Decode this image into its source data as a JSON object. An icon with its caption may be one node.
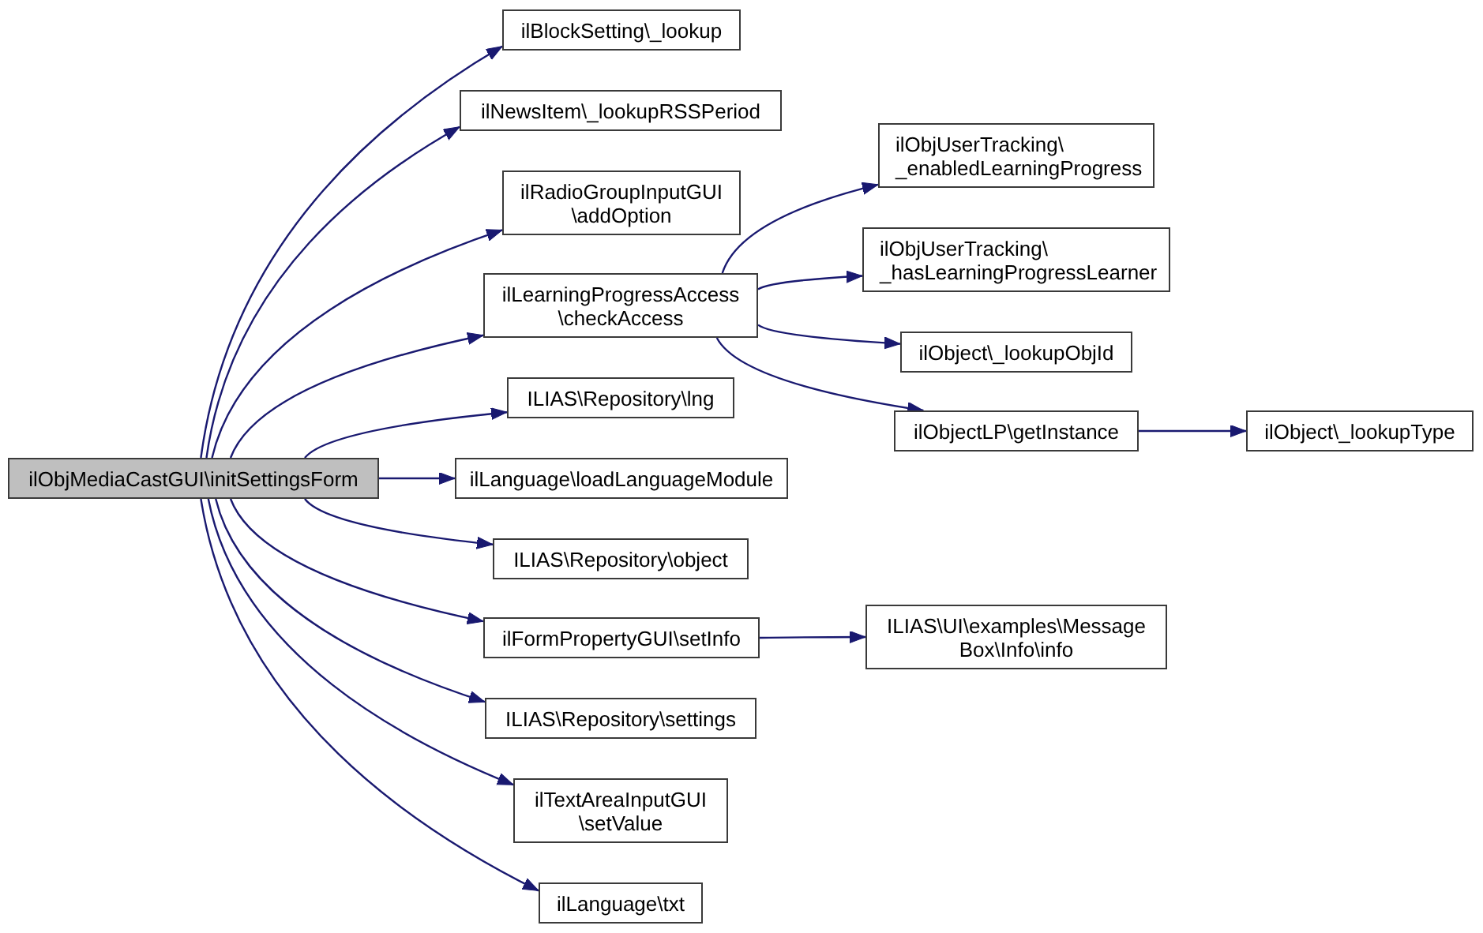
{
  "diagram": {
    "nodes": [
      {
        "text": [
          "ilObjMediaCastGUI\\initSettingsForm"
        ]
      },
      {
        "text": [
          "ilBlockSetting\\_lookup"
        ]
      },
      {
        "text": [
          "ilNewsItem\\_lookupRSSPeriod"
        ]
      },
      {
        "text": [
          "ilRadioGroupInputGUI \\addOption"
        ]
      },
      {
        "text": [
          "ilLearningProgressAccess \\checkAccess"
        ]
      },
      {
        "text": [
          "ILIAS\\Repository\\lng"
        ]
      },
      {
        "text": [
          "ilLanguage\\loadLanguageModule"
        ]
      },
      {
        "text": [
          "ILIAS\\Repository\\object"
        ]
      },
      {
        "text": [
          "ilFormPropertyGUI\\setInfo"
        ]
      },
      {
        "text": [
          "ILIAS\\Repository\\settings"
        ]
      },
      {
        "text": [
          "ilTextAreaInputGUI \\setValue"
        ]
      },
      {
        "text": [
          "ilLanguage\\txt"
        ]
      },
      {
        "text": [
          "ilObjUserTracking\\ _enabledLearningProgress"
        ]
      },
      {
        "text": [
          "ilObjUserTracking\\ _hasLearningProgressLearner"
        ]
      },
      {
        "text": [
          "ilObject\\_lookupObjId"
        ]
      },
      {
        "text": [
          "ilObjectLP\\getInstance"
        ]
      },
      {
        "text": [
          "ilObject\\_lookupType"
        ]
      },
      {
        "text": [
          "ILIAS\\UI\\examples\\Message Box\\Info\\info"
        ]
      }
    ],
    "edges": [
      {
        "from": 0,
        "to": 1,
        "arrow": "to"
      },
      {
        "from": 0,
        "to": 2,
        "arrow": "to"
      },
      {
        "from": 0,
        "to": 3,
        "arrow": "to"
      },
      {
        "from": 0,
        "to": 4,
        "arrow": "to"
      },
      {
        "from": 0,
        "to": 5,
        "arrow": "to"
      },
      {
        "from": 0,
        "to": 6,
        "arrow": "to"
      },
      {
        "from": 0,
        "to": 7,
        "arrow": "to"
      },
      {
        "from": 0,
        "to": 8,
        "arrow": "to"
      },
      {
        "from": 0,
        "to": 9,
        "arrow": "to"
      },
      {
        "from": 0,
        "to": 10,
        "arrow": "to"
      },
      {
        "from": 0,
        "to": 11,
        "arrow": "to"
      },
      {
        "from": 4,
        "to": 12,
        "arrow": "to"
      },
      {
        "from": 4,
        "to": 13,
        "arrow": "to"
      },
      {
        "from": 4,
        "to": 14,
        "arrow": "to"
      },
      {
        "from": 4,
        "to": 15,
        "arrow": "to"
      },
      {
        "from": 15,
        "to": 16,
        "arrow": "to"
      },
      {
        "from": 8,
        "to": 17,
        "arrow": "to"
      }
    ]
  }
}
